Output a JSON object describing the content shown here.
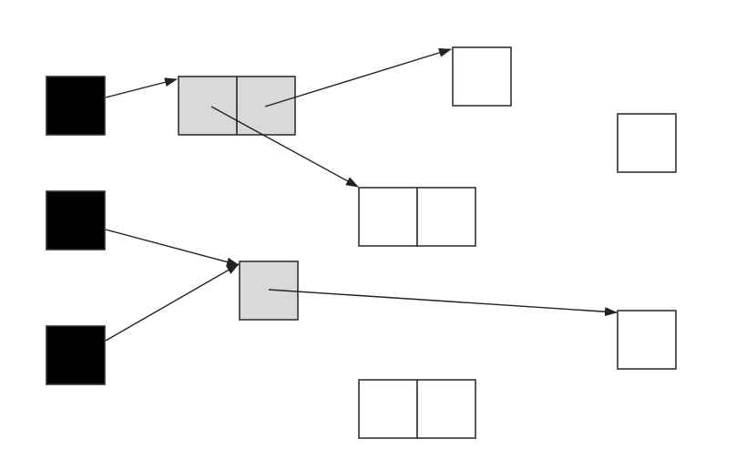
{
  "colors": {
    "root": "#000000",
    "reachable": "#d9d9d9",
    "object": "#ffffff",
    "stroke": "#333333",
    "arrow": "#222222"
  },
  "nodes": [
    {
      "id": "root-1",
      "kind": "root",
      "cells": 1
    },
    {
      "id": "root-2",
      "kind": "root",
      "cells": 1
    },
    {
      "id": "root-3",
      "kind": "root",
      "cells": 1
    },
    {
      "id": "reachable-pair",
      "kind": "reachable",
      "cells": 2
    },
    {
      "id": "reachable-single",
      "kind": "reachable",
      "cells": 1
    },
    {
      "id": "object-top",
      "kind": "object",
      "cells": 1
    },
    {
      "id": "object-right-upper",
      "kind": "object",
      "cells": 1
    },
    {
      "id": "object-pair-middle",
      "kind": "object",
      "cells": 2
    },
    {
      "id": "object-right-lower",
      "kind": "object",
      "cells": 1
    },
    {
      "id": "object-pair-bottom",
      "kind": "object",
      "cells": 2
    }
  ],
  "edges": [
    {
      "from": "root-1",
      "to": "reachable-pair"
    },
    {
      "from": "reachable-pair",
      "to": "object-top"
    },
    {
      "from": "reachable-pair",
      "to": "object-pair-middle"
    },
    {
      "from": "root-2",
      "to": "reachable-single"
    },
    {
      "from": "root-3",
      "to": "reachable-single"
    },
    {
      "from": "reachable-single",
      "to": "object-right-lower"
    }
  ]
}
